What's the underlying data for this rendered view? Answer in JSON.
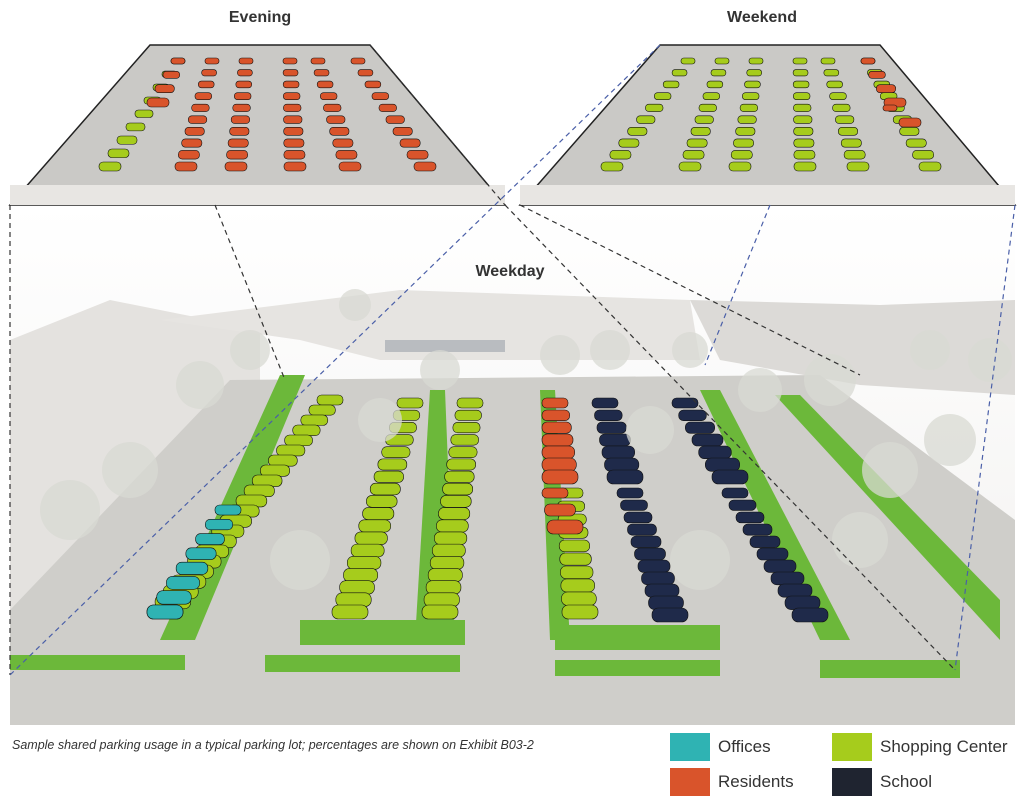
{
  "labels": {
    "evening": "Evening",
    "weekend": "Weekend",
    "weekday": "Weekday"
  },
  "caption": "Sample shared parking usage in a typical parking lot; percentages are shown on Exhibit B03-2",
  "legend": [
    {
      "label": "Offices",
      "color": "#2fb3b3"
    },
    {
      "label": "Residents",
      "color": "#d9542b"
    },
    {
      "label": "Shopping Center",
      "color": "#a6cc1c"
    },
    {
      "label": "School",
      "color": "#1f2430"
    }
  ],
  "colors": {
    "offices": "#2fb3b3",
    "residents": "#d9542b",
    "shopping": "#a6cc1c",
    "school": "#1f2a4a",
    "grass": "#6cb83a",
    "pavement": "#c9c8c4",
    "building": "#e4e2df",
    "connector": "#1a1a2e"
  }
}
